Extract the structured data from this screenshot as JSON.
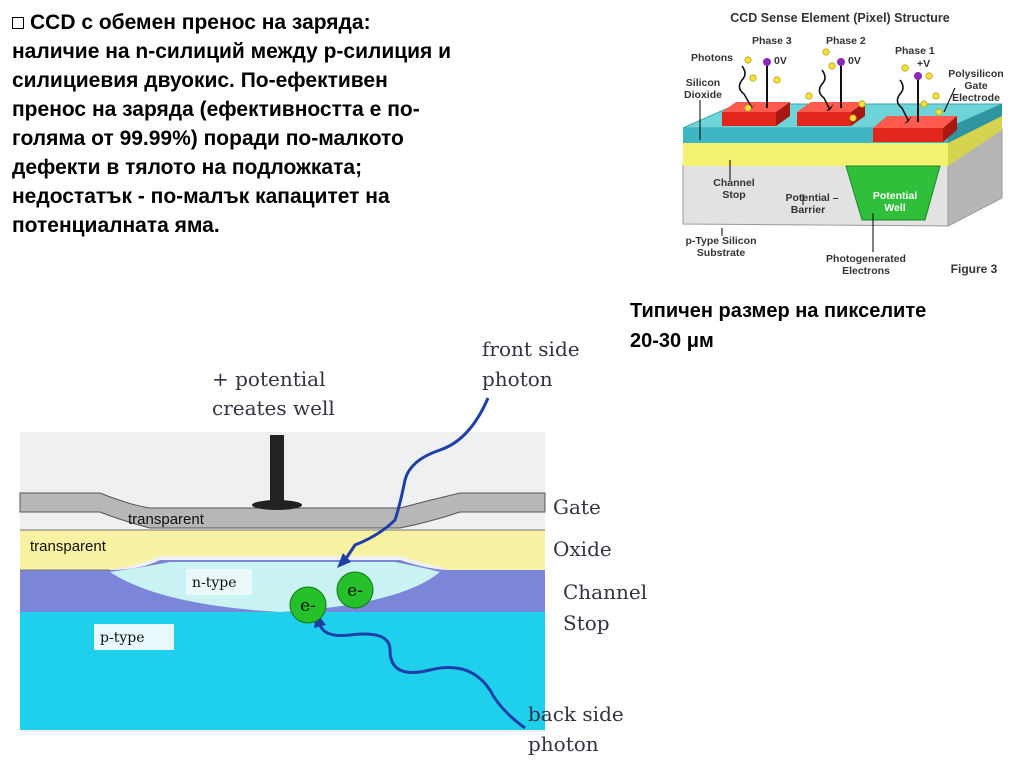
{
  "main_text": {
    "bullet_icon": "checkbox-bullet-icon",
    "lines": [
      "CCD с обемен пренос на заряда:",
      "наличие на n-силиций между p-силиция и",
      "силициевия двуокис. По-ефективен",
      "пренос на заряда (ефективността е по-",
      "голяма от 99.99%) поради по-малкото",
      "дефекти в тялото на подложката;",
      "недостатък - по-малък капацитет на",
      "потенциалната яма."
    ]
  },
  "size_note": {
    "lines": [
      "Типичен размер на пикселите",
      "20-30 μм"
    ]
  },
  "figure_top": {
    "title": "CCD Sense Element (Pixel) Structure",
    "caption": "Figure 3",
    "phases": [
      {
        "name": "Phase 3",
        "voltage": "0V"
      },
      {
        "name": "Phase 2",
        "voltage": "0V"
      },
      {
        "name": "Phase 1",
        "voltage": "+V"
      }
    ],
    "labels": {
      "photons": "Photons",
      "silicon_dioxide": [
        "Silicon",
        "Dioxide"
      ],
      "polysilicon": [
        "Polysilicon",
        "Gate",
        "Electrode"
      ],
      "channel_stop": [
        "Channel",
        "Stop"
      ],
      "potential_barrier": [
        "Potential –",
        "Barrier"
      ],
      "potential_well": [
        "Potential",
        "Well"
      ],
      "substrate": [
        "p-Type Silicon",
        "Substrate"
      ],
      "photogenerated": [
        "Photogenerated",
        "Electrons"
      ]
    },
    "colors": {
      "gate": "#e8281e",
      "oxide": "#5ec8d0",
      "channel": "#f2ef6a",
      "well": "#2fbf3a",
      "substrate": "#d8d8d8"
    }
  },
  "figure_bottom": {
    "labels": {
      "potential": [
        "+ potential",
        "creates well"
      ],
      "front": [
        "front side",
        "photon"
      ],
      "back": [
        "back side",
        "photon"
      ],
      "gate": "Gate",
      "oxide": "Oxide",
      "channel_stop": [
        "Channel",
        "Stop"
      ],
      "transparent_gate": "transparent",
      "transparent_oxide": "transparent",
      "n_type": "n-type",
      "p_type": "p-type",
      "electron": "e-"
    },
    "colors": {
      "gate": "#b7b7b7",
      "oxide": "#f7f2a2",
      "channel_stop": "#7b86d8",
      "n_type": "#c9f3f3",
      "p_type": "#1fd0ec",
      "electron": "#25c02a",
      "photon": "#1f3fa8"
    }
  }
}
